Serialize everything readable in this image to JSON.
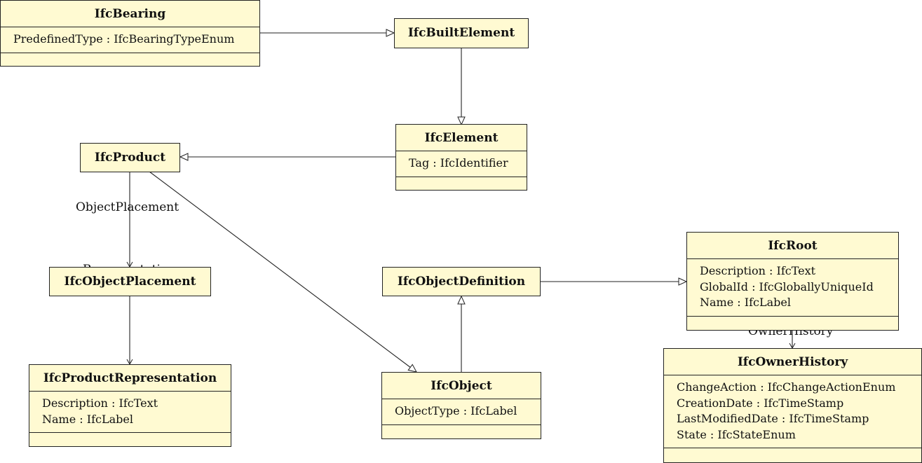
{
  "classes": {
    "IfcBearing": {
      "name": "IfcBearing",
      "attributes": [
        "PredefinedType : IfcBearingTypeEnum"
      ]
    },
    "IfcBuiltElement": {
      "name": "IfcBuiltElement"
    },
    "IfcElement": {
      "name": "IfcElement",
      "attributes": [
        "Tag : IfcIdentifier"
      ]
    },
    "IfcProduct": {
      "name": "IfcProduct"
    },
    "IfcObjectPlacement": {
      "name": "IfcObjectPlacement"
    },
    "IfcProductRepresentation": {
      "name": "IfcProductRepresentation",
      "attributes": [
        "Description : IfcText",
        "Name : IfcLabel"
      ]
    },
    "IfcObjectDefinition": {
      "name": "IfcObjectDefinition"
    },
    "IfcObject": {
      "name": "IfcObject",
      "attributes": [
        "ObjectType : IfcLabel"
      ]
    },
    "IfcRoot": {
      "name": "IfcRoot",
      "attributes": [
        "Description : IfcText",
        "GlobalId : IfcGloballyUniqueId",
        "Name : IfcLabel"
      ]
    },
    "IfcOwnerHistory": {
      "name": "IfcOwnerHistory",
      "attributes": [
        "ChangeAction : IfcChangeActionEnum",
        "CreationDate : IfcTimeStamp",
        "LastModifiedDate : IfcTimeStamp",
        "State : IfcStateEnum"
      ]
    }
  },
  "generalizations": [
    {
      "from": "IfcBearing",
      "to": "IfcBuiltElement"
    },
    {
      "from": "IfcBuiltElement",
      "to": "IfcElement"
    },
    {
      "from": "IfcElement",
      "to": "IfcProduct"
    },
    {
      "from": "IfcProduct",
      "to": "IfcObject"
    },
    {
      "from": "IfcObject",
      "to": "IfcObjectDefinition"
    },
    {
      "from": "IfcObjectDefinition",
      "to": "IfcRoot"
    }
  ],
  "associations": [
    {
      "from": "IfcProduct",
      "to": "IfcObjectPlacement",
      "label": "ObjectPlacement"
    },
    {
      "from": "IfcObjectPlacement",
      "to": "IfcProductRepresentation",
      "label": "Representation"
    },
    {
      "from": "IfcRoot",
      "to": "IfcOwnerHistory",
      "label": "OwnerHistory"
    }
  ]
}
